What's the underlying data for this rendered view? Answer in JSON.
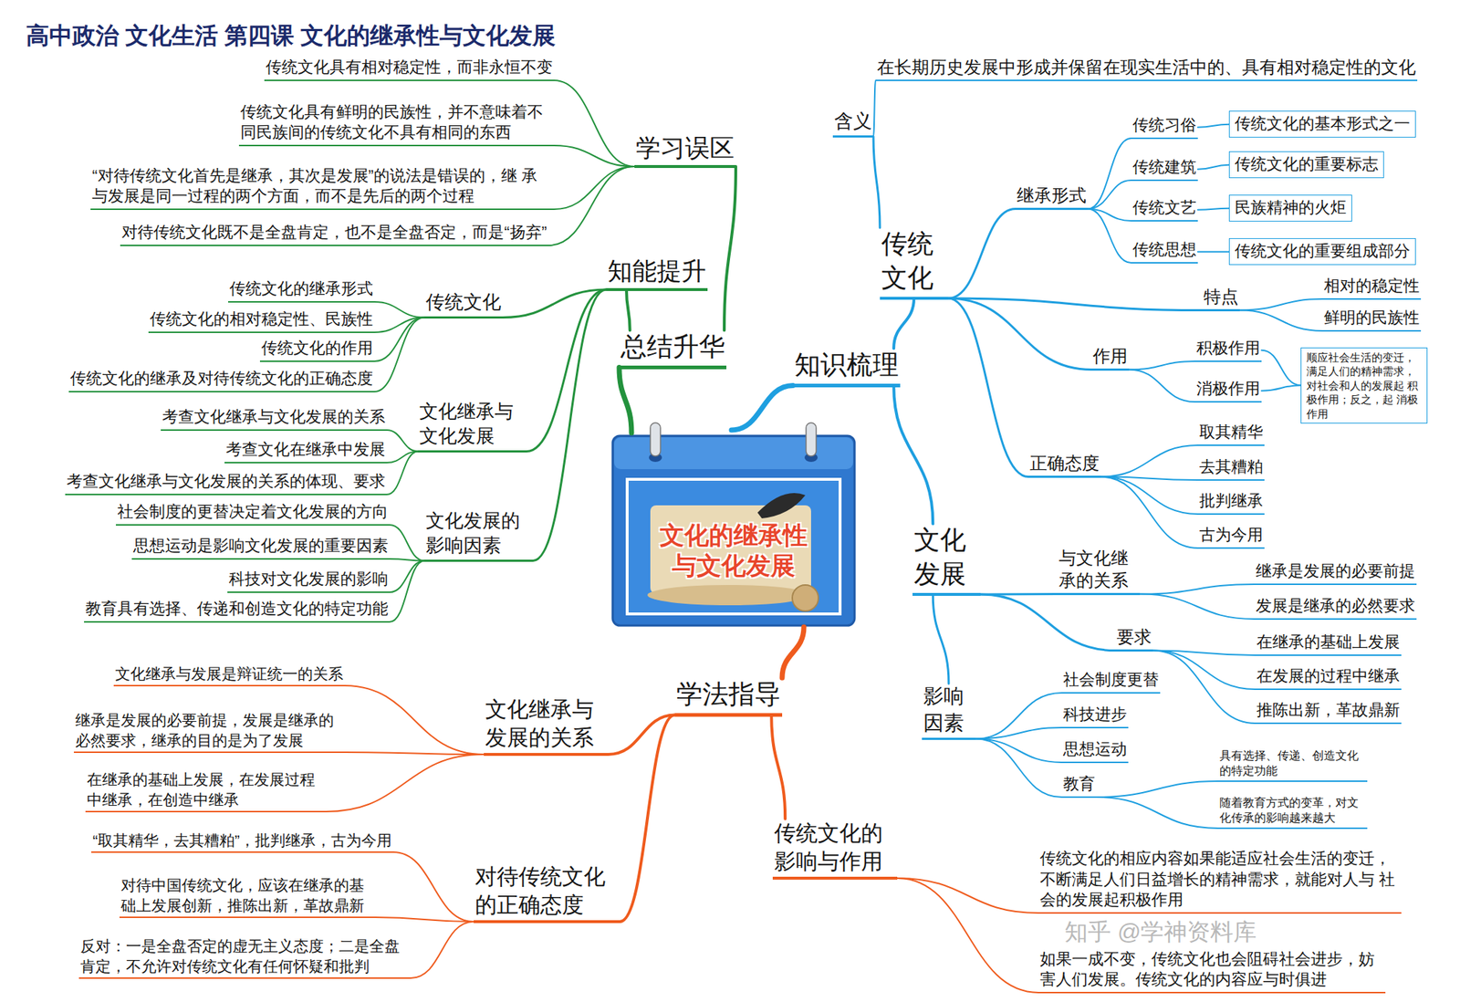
{
  "diagram": {
    "title": "高中政治 文化生活 第四课 文化的继承性与文化发展",
    "nodes": [
      {
        "text": [
          "文化的继承性 与文化发展"
        ]
      },
      {
        "text": [
          "知识梳理"
        ]
      },
      {
        "text": [
          "传统 文化"
        ]
      },
      {
        "text": [
          "含义"
        ]
      },
      {
        "text": [
          "在长期历史发展中形成并保留在现实生活中的、具有相对稳定性的文化"
        ]
      },
      {
        "text": [
          "继承形式"
        ]
      },
      {
        "text": [
          "传统习俗"
        ]
      },
      {
        "text": [
          "传统文化的基本形式之一"
        ]
      },
      {
        "text": [
          "传统建筑"
        ]
      },
      {
        "text": [
          "传统文化的重要标志"
        ]
      },
      {
        "text": [
          "传统文艺"
        ]
      },
      {
        "text": [
          "民族精神的火炬"
        ]
      },
      {
        "text": [
          "传统思想"
        ]
      },
      {
        "text": [
          "传统文化的重要组成部分"
        ]
      },
      {
        "text": [
          "特点"
        ]
      },
      {
        "text": [
          "相对的稳定性"
        ]
      },
      {
        "text": [
          "鲜明的民族性"
        ]
      },
      {
        "text": [
          "作用"
        ]
      },
      {
        "text": [
          "积极作用"
        ]
      },
      {
        "text": [
          "消极作用"
        ]
      },
      {
        "text": [
          "顺应社会生活的变迁， 满足人们的精神需求， 对社会和人的发展起 积极作用；反之，起 消极作用"
        ]
      },
      {
        "text": [
          "正确态度"
        ]
      },
      {
        "text": [
          "取其精华"
        ]
      },
      {
        "text": [
          "去其糟粕"
        ]
      },
      {
        "text": [
          "批判继承"
        ]
      },
      {
        "text": [
          "古为今用"
        ]
      },
      {
        "text": [
          "文化 发展"
        ]
      },
      {
        "text": [
          "与文化继 承的关系"
        ]
      },
      {
        "text": [
          "继承是发展的必要前提"
        ]
      },
      {
        "text": [
          "发展是继承的必然要求"
        ]
      },
      {
        "text": [
          "要求"
        ]
      },
      {
        "text": [
          "在继承的基础上发展"
        ]
      },
      {
        "text": [
          "在发展的过程中继承"
        ]
      },
      {
        "text": [
          "推陈出新，革故鼎新"
        ]
      },
      {
        "text": [
          "影响 因素"
        ]
      },
      {
        "text": [
          "社会制度更替"
        ]
      },
      {
        "text": [
          "科技进步"
        ]
      },
      {
        "text": [
          "思想运动"
        ]
      },
      {
        "text": [
          "教育"
        ]
      },
      {
        "text": [
          "具有选择、传递、创造文化 的特定功能"
        ]
      },
      {
        "text": [
          "随着教育方式的变革，对文 化传承的影响越来越大"
        ]
      },
      {
        "text": [
          "总结升华"
        ]
      },
      {
        "text": [
          "学习误区"
        ]
      },
      {
        "text": [
          "传统文化具有相对稳定性，而非永恒不变"
        ]
      },
      {
        "text": [
          "传统文化具有鲜明的民族性，并不意味着不 同民族间的传统文化不具有相同的东西"
        ]
      },
      {
        "text": [
          "“对待传统文化首先是继承，其次是发展”的说法是错误的，继 承与发展是同一过程的两个方面，而不是先后的两个过程"
        ]
      },
      {
        "text": [
          "对待传统文化既不是全盘肯定，也不是全盘否定，而是“扬弃”"
        ]
      },
      {
        "text": [
          "知能提升"
        ]
      },
      {
        "text": [
          "传统文化"
        ]
      },
      {
        "text": [
          "传统文化的继承形式"
        ]
      },
      {
        "text": [
          "传统文化的相对稳定性、民族性"
        ]
      },
      {
        "text": [
          "传统文化的作用"
        ]
      },
      {
        "text": [
          "传统文化的继承及对待传统文化的正确态度"
        ]
      },
      {
        "text": [
          "文化继承与 文化发展"
        ]
      },
      {
        "text": [
          "考查文化继承与文化发展的关系"
        ]
      },
      {
        "text": [
          "考查文化在继承中发展"
        ]
      },
      {
        "text": [
          "考查文化继承与文化发展的关系的体现、要求"
        ]
      },
      {
        "text": [
          "文化发展的 影响因素"
        ]
      },
      {
        "text": [
          "社会制度的更替决定着文化发展的方向"
        ]
      },
      {
        "text": [
          "思想运动是影响文化发展的重要因素"
        ]
      },
      {
        "text": [
          "科技对文化发展的影响"
        ]
      },
      {
        "text": [
          "教育具有选择、传递和创造文化的特定功能"
        ]
      },
      {
        "text": [
          "学法指导"
        ]
      },
      {
        "text": [
          "文化继承与 发展的关系"
        ]
      },
      {
        "text": [
          "文化继承与发展是辩证统一的关系"
        ]
      },
      {
        "text": [
          "继承是发展的必要前提，发展是继承的 必然要求，继承的目的是为了发展"
        ]
      },
      {
        "text": [
          "在继承的基础上发展，在发展过程 中继承，在创造中继承"
        ]
      },
      {
        "text": [
          "对待传统文化 的正确态度"
        ]
      },
      {
        "text": [
          "“取其精华，去其糟粕”，批判继承，古为今用"
        ]
      },
      {
        "text": [
          "对待中国传统文化，应该在继承的基 础上发展创新，推陈出新，革故鼎新"
        ]
      },
      {
        "text": [
          "反对：一是全盘否定的虚无主义态度；二是全盘 肯定，不允许对传统文化有任何怀疑和批判"
        ]
      },
      {
        "text": [
          "传统文化的 影响与作用"
        ]
      },
      {
        "text": [
          "传统文化的相应内容如果能适应社会生活的变迁， 不断满足人们日益增长的精神需求，就能对人与 社会的发展起积极作用"
        ]
      },
      {
        "text": [
          "如果一成不变，传统文化也会阻碍社会进步，妨 害人们发展。传统文化的内容应与时俱进"
        ]
      }
    ],
    "edges": [
      {
        "from": 0,
        "to": 1,
        "arrow": "none"
      },
      {
        "from": 1,
        "to": 2,
        "arrow": "none"
      },
      {
        "from": 2,
        "to": 3,
        "arrow": "none"
      },
      {
        "from": 3,
        "to": 4,
        "arrow": "none"
      },
      {
        "from": 2,
        "to": 5,
        "arrow": "none"
      },
      {
        "from": 5,
        "to": 6,
        "arrow": "none"
      },
      {
        "from": 6,
        "to": 7,
        "arrow": "none"
      },
      {
        "from": 5,
        "to": 8,
        "arrow": "none"
      },
      {
        "from": 8,
        "to": 9,
        "arrow": "none"
      },
      {
        "from": 5,
        "to": 10,
        "arrow": "none"
      },
      {
        "from": 10,
        "to": 11,
        "arrow": "none"
      },
      {
        "from": 5,
        "to": 12,
        "arrow": "none"
      },
      {
        "from": 12,
        "to": 13,
        "arrow": "none"
      },
      {
        "from": 2,
        "to": 14,
        "arrow": "none"
      },
      {
        "from": 14,
        "to": 15,
        "arrow": "none"
      },
      {
        "from": 14,
        "to": 16,
        "arrow": "none"
      },
      {
        "from": 2,
        "to": 17,
        "arrow": "none"
      },
      {
        "from": 17,
        "to": 18,
        "arrow": "none"
      },
      {
        "from": 17,
        "to": 19,
        "arrow": "none"
      },
      {
        "from": 18,
        "to": 20,
        "arrow": "none"
      },
      {
        "from": 19,
        "to": 20,
        "arrow": "none"
      },
      {
        "from": 2,
        "to": 21,
        "arrow": "none"
      },
      {
        "from": 21,
        "to": 22,
        "arrow": "none"
      },
      {
        "from": 21,
        "to": 23,
        "arrow": "none"
      },
      {
        "from": 21,
        "to": 24,
        "arrow": "none"
      },
      {
        "from": 21,
        "to": 25,
        "arrow": "none"
      },
      {
        "from": 1,
        "to": 26,
        "arrow": "none"
      },
      {
        "from": 26,
        "to": 27,
        "arrow": "none"
      },
      {
        "from": 27,
        "to": 28,
        "arrow": "none"
      },
      {
        "from": 27,
        "to": 29,
        "arrow": "none"
      },
      {
        "from": 26,
        "to": 30,
        "arrow": "none"
      },
      {
        "from": 30,
        "to": 31,
        "arrow": "none"
      },
      {
        "from": 30,
        "to": 32,
        "arrow": "none"
      },
      {
        "from": 30,
        "to": 33,
        "arrow": "none"
      },
      {
        "from": 26,
        "to": 34,
        "arrow": "none"
      },
      {
        "from": 34,
        "to": 35,
        "arrow": "none"
      },
      {
        "from": 34,
        "to": 36,
        "arrow": "none"
      },
      {
        "from": 34,
        "to": 37,
        "arrow": "none"
      },
      {
        "from": 34,
        "to": 38,
        "arrow": "none"
      },
      {
        "from": 38,
        "to": 39,
        "arrow": "none"
      },
      {
        "from": 38,
        "to": 40,
        "arrow": "none"
      },
      {
        "from": 0,
        "to": 41,
        "arrow": "none"
      },
      {
        "from": 41,
        "to": 42,
        "arrow": "none"
      },
      {
        "from": 42,
        "to": 43,
        "arrow": "none"
      },
      {
        "from": 42,
        "to": 44,
        "arrow": "none"
      },
      {
        "from": 42,
        "to": 45,
        "arrow": "none"
      },
      {
        "from": 42,
        "to": 46,
        "arrow": "none"
      },
      {
        "from": 41,
        "to": 47,
        "arrow": "none"
      },
      {
        "from": 47,
        "to": 48,
        "arrow": "none"
      },
      {
        "from": 48,
        "to": 49,
        "arrow": "none"
      },
      {
        "from": 48,
        "to": 50,
        "arrow": "none"
      },
      {
        "from": 48,
        "to": 51,
        "arrow": "none"
      },
      {
        "from": 48,
        "to": 52,
        "arrow": "none"
      },
      {
        "from": 47,
        "to": 53,
        "arrow": "none"
      },
      {
        "from": 53,
        "to": 54,
        "arrow": "none"
      },
      {
        "from": 53,
        "to": 55,
        "arrow": "none"
      },
      {
        "from": 53,
        "to": 56,
        "arrow": "none"
      },
      {
        "from": 47,
        "to": 57,
        "arrow": "none"
      },
      {
        "from": 57,
        "to": 58,
        "arrow": "none"
      },
      {
        "from": 57,
        "to": 59,
        "arrow": "none"
      },
      {
        "from": 57,
        "to": 60,
        "arrow": "none"
      },
      {
        "from": 57,
        "to": 61,
        "arrow": "none"
      },
      {
        "from": 0,
        "to": 62,
        "arrow": "none"
      },
      {
        "from": 62,
        "to": 63,
        "arrow": "none"
      },
      {
        "from": 63,
        "to": 64,
        "arrow": "none"
      },
      {
        "from": 63,
        "to": 65,
        "arrow": "none"
      },
      {
        "from": 63,
        "to": 66,
        "arrow": "none"
      },
      {
        "from": 62,
        "to": 67,
        "arrow": "none"
      },
      {
        "from": 67,
        "to": 68,
        "arrow": "none"
      },
      {
        "from": 67,
        "to": 69,
        "arrow": "none"
      },
      {
        "from": 67,
        "to": 70,
        "arrow": "none"
      },
      {
        "from": 62,
        "to": 71,
        "arrow": "none"
      },
      {
        "from": 71,
        "to": 72,
        "arrow": "none"
      },
      {
        "from": 71,
        "to": 73,
        "arrow": "none"
      }
    ],
    "labels": [
      "知乎 @学神资料库"
    ]
  }
}
